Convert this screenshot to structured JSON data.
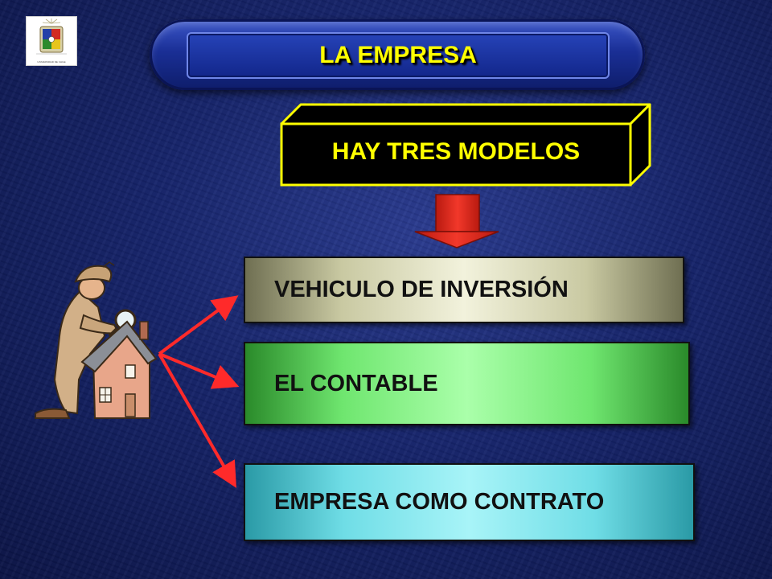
{
  "logo": {
    "icon": "university-crest-icon",
    "caption": "UNIVERSIDAD DE CHILE"
  },
  "title": "LA EMPRESA",
  "header_box": "HAY TRES MODELOS",
  "models": [
    {
      "label": "VEHICULO DE INVERSIÓN",
      "color": "#e8e8cc"
    },
    {
      "label": "EL CONTABLE",
      "color": "#8cf08c"
    },
    {
      "label": "EMPRESA COMO CONTRATO",
      "color": "#8ae8ee"
    }
  ],
  "colors": {
    "accent": "#ffff00",
    "arrow": "#e8281e",
    "connector": "#ff2a2a",
    "background": "#16246b"
  },
  "illustration": "detective-inspecting-house-icon"
}
